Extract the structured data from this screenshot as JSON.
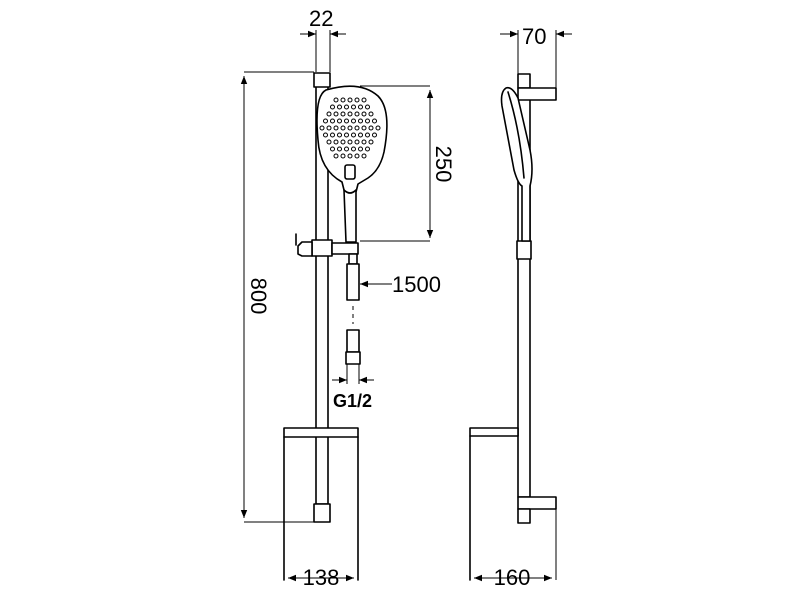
{
  "dimensions": {
    "top_bar_width": "22",
    "side_depth": "70",
    "head_height": "250",
    "hose_length": "1500",
    "total_height": "800",
    "connection": "G1/2",
    "front_shelf_width": "138",
    "side_shelf_width": "160"
  },
  "colors": {
    "line": "#000000",
    "background": "#ffffff"
  }
}
